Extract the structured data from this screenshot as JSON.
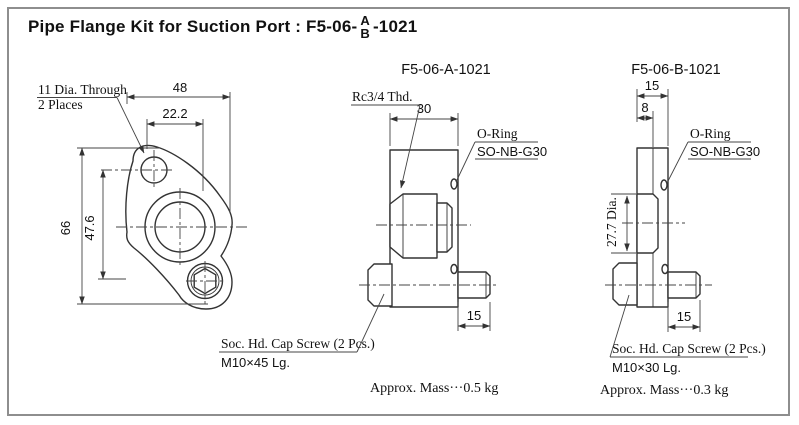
{
  "title": {
    "prefix": "Pipe Flange Kit for Suction Port : F5-06-",
    "variant_top": "A",
    "variant_bottom": "B",
    "suffix": "-1021"
  },
  "front_view": {
    "hole_note_line1": "11 Dia. Through",
    "hole_note_line2": "2 Places",
    "dim_overall_width": "48",
    "dim_hole_offset": "22.2",
    "dim_overall_height": "66",
    "dim_bolt_spacing": "47.6"
  },
  "view_a": {
    "part_no": "F5-06-A-1021",
    "thread_note": "Rc3/4 Thd.",
    "dim_body_width": "30",
    "oring_note_line1": "O-Ring",
    "oring_note_line2": "SO-NB-G30",
    "dim_thread_length": "15",
    "screw_note_line1": "Soc. Hd. Cap Screw (2 Pcs.)",
    "screw_note_line2": "M10×45 Lg.",
    "mass_note": "Approx. Mass···0.5 kg"
  },
  "view_b": {
    "part_no": "F5-06-B-1021",
    "dim_body_width": "15",
    "dim_step": "8",
    "dim_boss_dia": "27.7 Dia.",
    "oring_note_line1": "O-Ring",
    "oring_note_line2": "SO-NB-G30",
    "dim_thread_length": "15",
    "screw_note_line1": "Soc. Hd. Cap Screw (2 Pcs.)",
    "screw_note_line2": "M10×30 Lg.",
    "mass_note": "Approx. Mass···0.3 kg"
  }
}
